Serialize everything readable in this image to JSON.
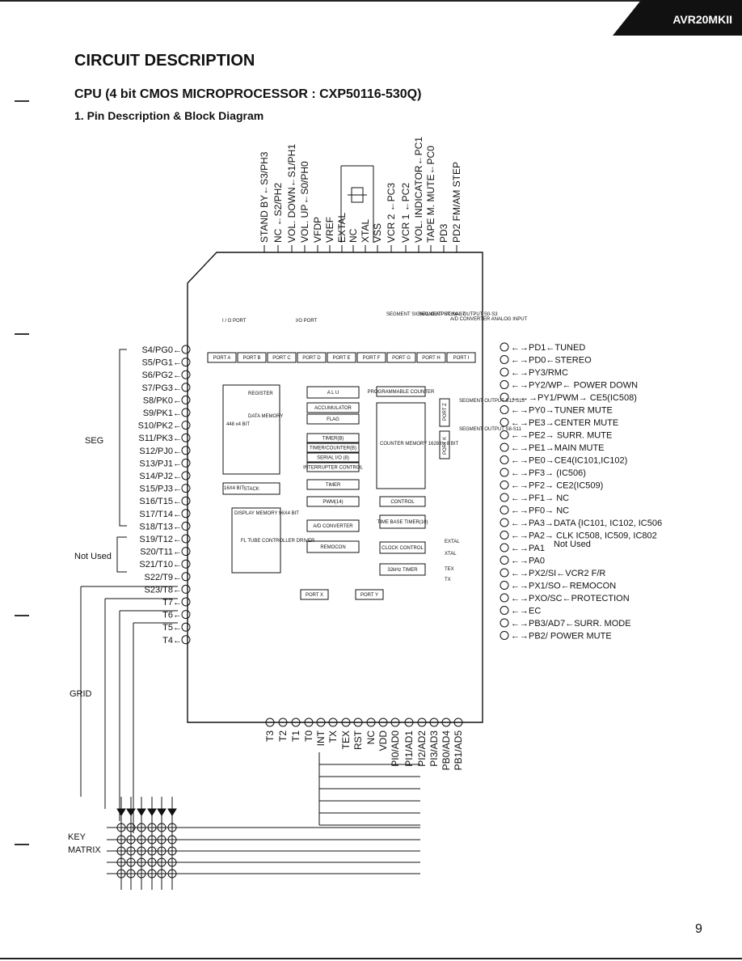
{
  "header": {
    "model": "AVR20MKII"
  },
  "section_title": "CIRCUIT DESCRIPTION",
  "subtitle": "CPU (4 bit CMOS MICROPROCESSOR : CXP50116-530Q)",
  "subsection": "1. Pin Description & Block Diagram",
  "page_number": "9",
  "top_pins": [
    "STAND BY←S3/PH3",
    "NC   ←S2/PH2",
    "VOL. DOWN←S1/PH1",
    "VOL. UP←S0/PH0",
    "VFDP",
    "VREF",
    "EXTAL",
    "NC",
    "XTAL",
    "VSS",
    "VCR 2 ←PC3",
    "VCR 1 ←PC2",
    "VOL. INDICATOR←PC1",
    "TAPE M. MUTE←PC0",
    "PD3",
    "PD2 FM/AM STEP"
  ],
  "left_pins": [
    "S4/PG0",
    "S5/PG1",
    "S6/PG2",
    "S7/PG3",
    "S8/PK0",
    "S9/PK1",
    "S10/PK2",
    "S11/PK3",
    "S12/PJ0",
    "S13/PJ1",
    "S14/PJ2",
    "S15/PJ3",
    "S16/T15",
    "S17/T14",
    "S18/T13",
    "S19/T12",
    "S20/T11",
    "S21/T10",
    "S22/T9",
    "S23/T8",
    "T7",
    "T6",
    "T5",
    "T4"
  ],
  "right_pins": [
    "PD1←TUNED",
    "PD0←STEREO",
    "PY3/RMC",
    "PY2/WP← POWER DOWN",
    "→PY1/PWM→ CE5(IC508)",
    "PY0→TUNER MUTE",
    "PE3→CENTER MUTE",
    "PE2→ SURR. MUTE",
    "PE1→MAIN MUTE",
    "PE0→CE4(IC101,IC102)",
    "PF3→ (IC506)",
    "PF2→ CE2(IC509)",
    "PF1→ NC",
    "PF0→ NC",
    "PA3→DATA {IC101, IC102, IC506",
    "PA2→ CLK    IC508, IC509, IC802",
    "PA1",
    "PA0",
    "PX2/SI←VCR2 F/R",
    "PX1/SO←REMOCON",
    "PXO/SC←PROTECTION",
    "EC",
    "PB3/AD7←SURR. MODE",
    "PB2/ POWER MUTE"
  ],
  "bottom_pins": [
    "T3",
    "T2",
    "T1",
    "T0",
    "INT",
    "TX",
    "TEX",
    "RST",
    "NC",
    "VDD",
    "PI0/AD0",
    "PI1/AD1",
    "PI2/AD2",
    "PI3/AD3",
    "PB0/AD4",
    "PB1/AD5"
  ],
  "side_labels": {
    "seg": "SEG",
    "not_used_left": "Not Used",
    "not_used_right": "Not Used",
    "grid": "GRID",
    "key": "KEY",
    "matrix": "MATRIX"
  },
  "blocks": {
    "register": "REGISTER",
    "data_memory": "DATA MEMORY",
    "ram_size": "448 x4 BIT",
    "stack": "STACK",
    "stack_size": "16X4 BIT",
    "display_memory": "DISPLAY MEMORY 96X4 BIT",
    "fl_tube": "FL TUBE CONTROLLER DRIVER",
    "alu": "A L U",
    "accumulator": "ACCUMULATOR",
    "flag": "FLAG",
    "timer_b": "TIMER(B)",
    "timer_counter": "TIMER/COUNTER(B)",
    "serial": "SERIAL I/O (8)",
    "interrupt": "INTERRUPTER CONTROL",
    "timer": "TIMER",
    "pwm": "PWM(14)",
    "ad": "A/D CONVERTER",
    "remocon": "REMOCON",
    "prog_counter": "PROGRAMMABLE COUNTER",
    "counter_memory": "COUNTER MEMORY 16288 x 8 BIT",
    "control": "CONTROL",
    "time_base": "TIME BASE TIMER(10)",
    "clock": "CLOCK CONTROL",
    "timer_32k": "32kHz TIMER",
    "ports": [
      "PORT A",
      "PORT B",
      "PORT C",
      "PORT D",
      "PORT E",
      "PORT F",
      "PORT G",
      "PORT H",
      "PORT I"
    ],
    "port_x": "PORT X",
    "port_y": "PORT Y",
    "port_k": "PORT K",
    "port_z": "PORT Z",
    "io_port_1": "I / O  PORT",
    "io_port_2": "I/O  PORT",
    "seg_out_1": "SEGMENT SIGNAL OUTPUT S4-S7",
    "seg_out_2": "SEGMENT SIGNAL OUTPUT S0-S3",
    "ad_input": "A/D CONVERTER ANALOG INPUT",
    "seg_out_3": "SEGMENT OUTPUT S12-S15",
    "seg_out_4": "SEGMENT OUTPUT S8-S11",
    "extal": "EXTAL",
    "xtal": "XTAL",
    "tex": "TEX",
    "tx": "TX"
  }
}
